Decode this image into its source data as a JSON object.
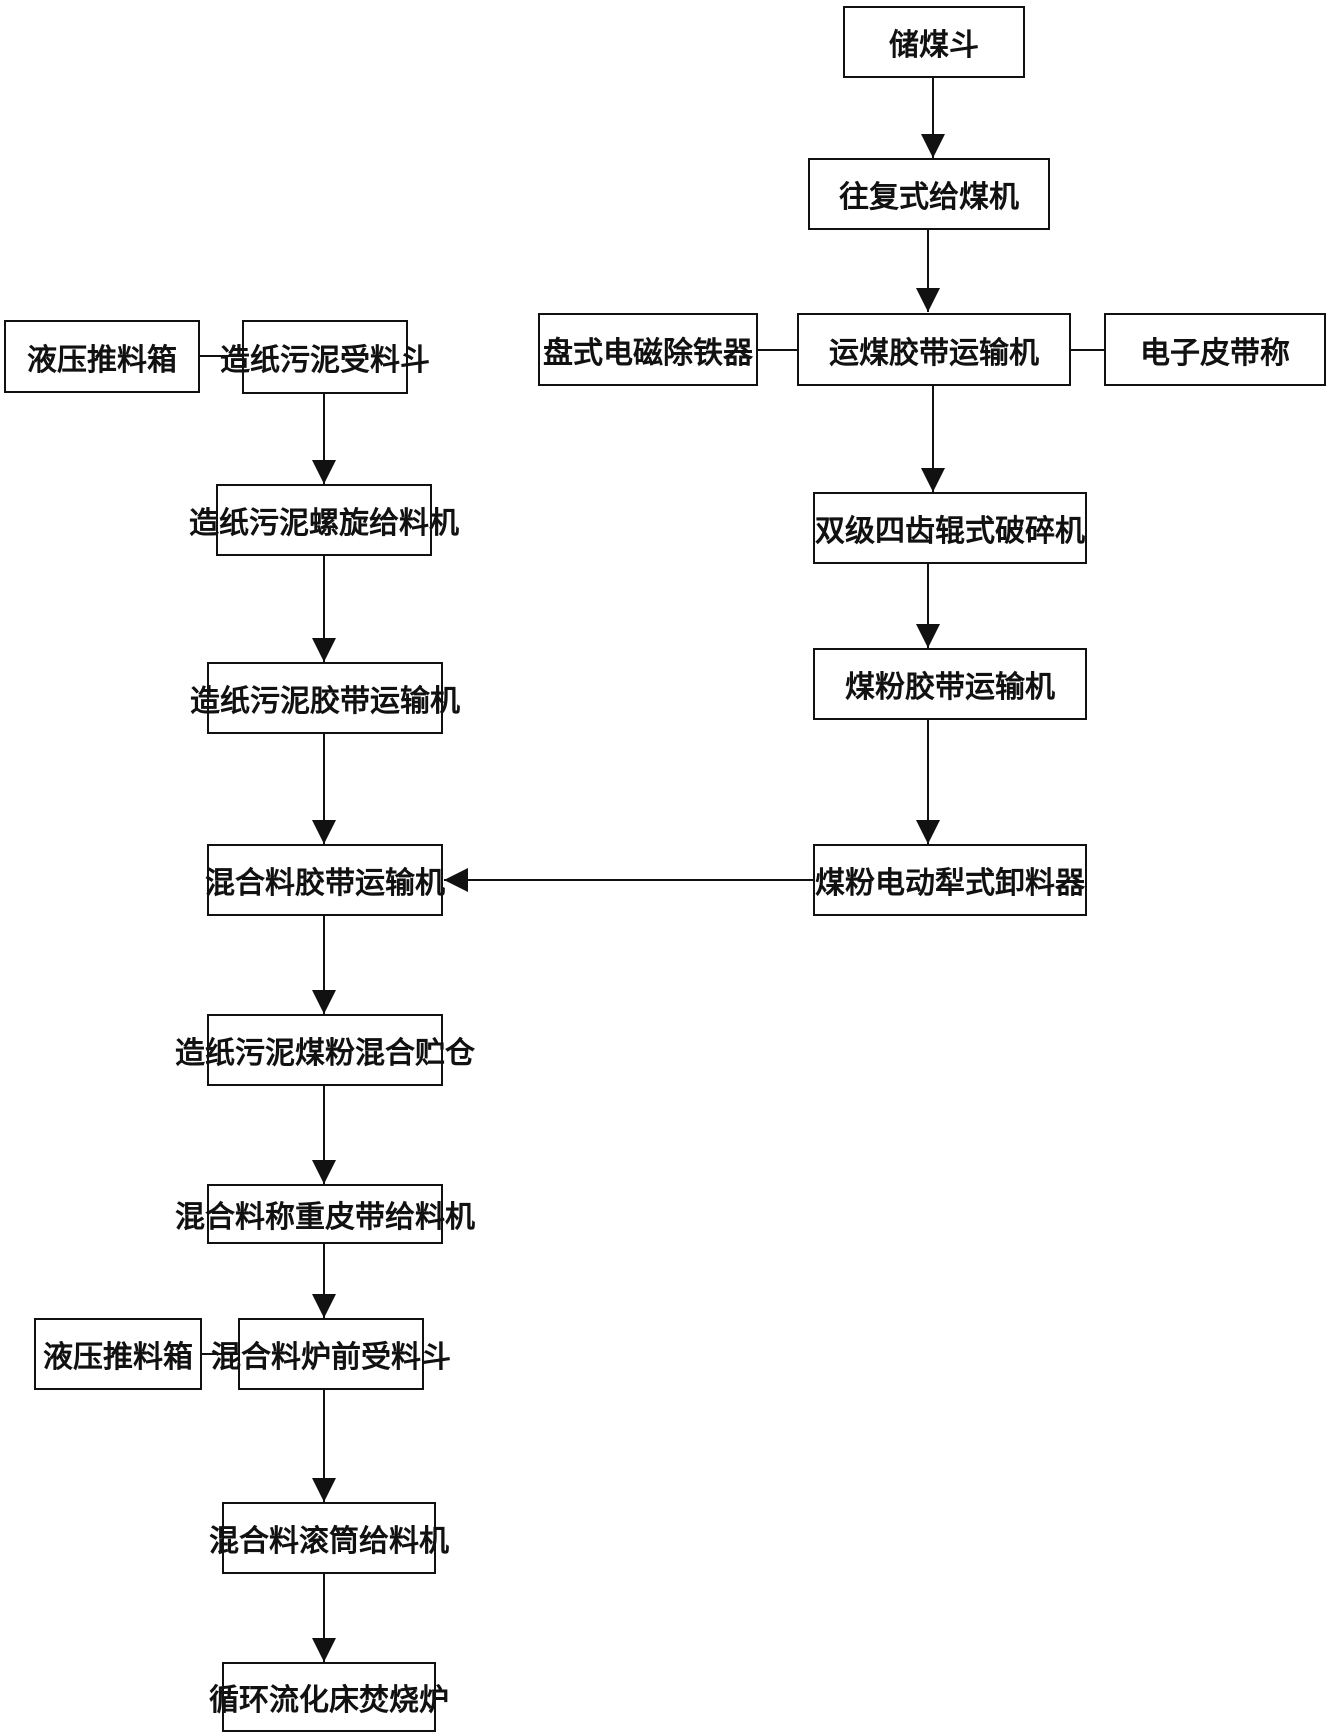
{
  "colors": {
    "line": "#111111",
    "box_border": "#111111",
    "background": "#ffffff"
  },
  "nodes": {
    "coal_hopper": "储煤斗",
    "reciprocating_coal_feeder": "往复式给煤机",
    "disc_electromagnetic_iron_remover": "盘式电磁除铁器",
    "coal_belt_conveyor": "运煤胶带运输机",
    "electronic_belt_scale": "电子皮带称",
    "double_four_tooth_roller_crusher": "双级四齿辊式破碎机",
    "coal_powder_belt_conveyor": "煤粉胶带运输机",
    "coal_powder_electric_plow_discharger": "煤粉电动犁式卸料器",
    "hydraulic_pusher_box_1": "液压推料箱",
    "sludge_receiving_hopper": "造纸污泥受料斗",
    "sludge_screw_feeder": "造纸污泥螺旋给料机",
    "sludge_belt_conveyor": "造纸污泥胶带运输机",
    "mixture_belt_conveyor": "混合料胶带运输机",
    "sludge_coal_mixing_silo": "造纸污泥煤粉混合贮仓",
    "mixture_weighing_belt_feeder": "混合料称重皮带给料机",
    "hydraulic_pusher_box_2": "液压推料箱",
    "mixture_furnace_front_hopper": "混合料炉前受料斗",
    "mixture_drum_feeder": "混合料滚筒给料机",
    "cfb_incinerator": "循环流化床焚烧炉"
  }
}
